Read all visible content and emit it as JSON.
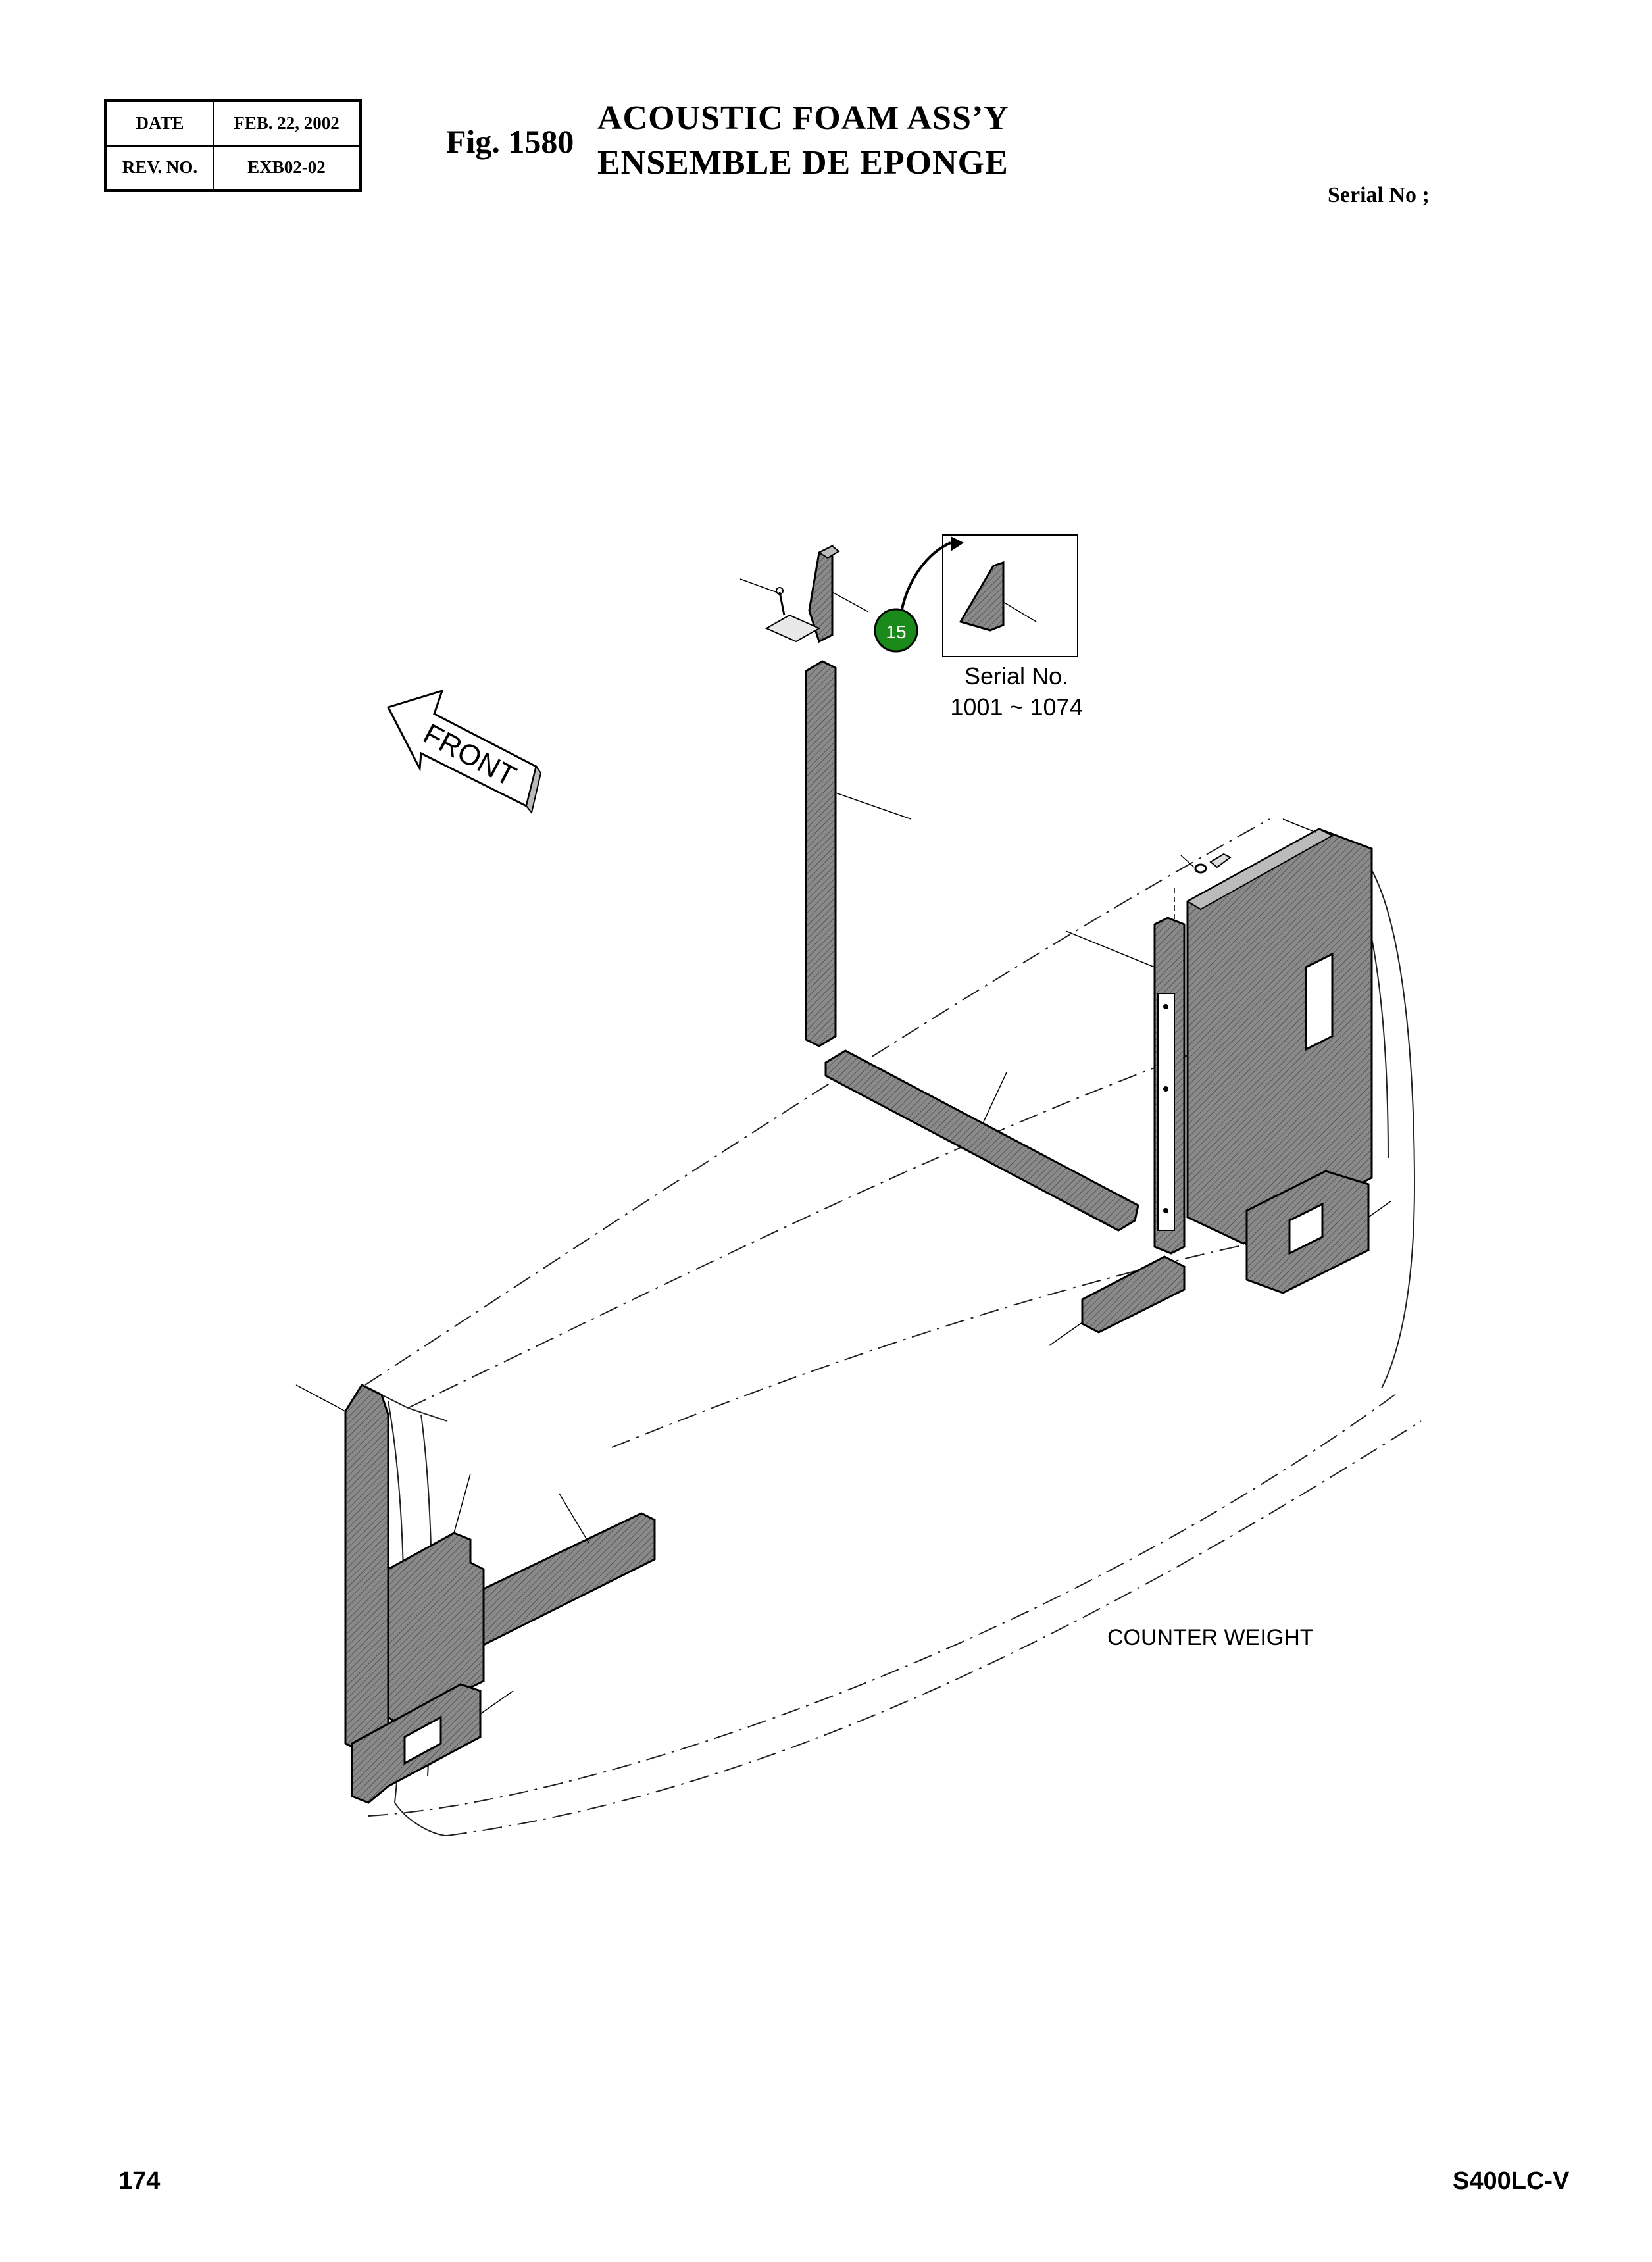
{
  "header": {
    "date_label": "DATE",
    "date_value": "FEB. 22, 2002",
    "rev_label": "REV. NO.",
    "rev_value": "EXB02-02",
    "fig_number": "Fig. 1580",
    "title_en": "ACOUSTIC FOAM ASS’Y",
    "title_fr": "ENSEMBLE DE EPONGE",
    "serial_no_label": "Serial No ;"
  },
  "diagram": {
    "front_label": "FRONT",
    "callout_number": "15",
    "callout_color": "#1a8a1a",
    "inset_serial_label": "Serial No.",
    "inset_serial_range": "1001 ~ 1074",
    "counterweight_label": "COUNTER WEIGHT"
  },
  "footer": {
    "page_number": "174",
    "model_code": "S400LC-V"
  }
}
